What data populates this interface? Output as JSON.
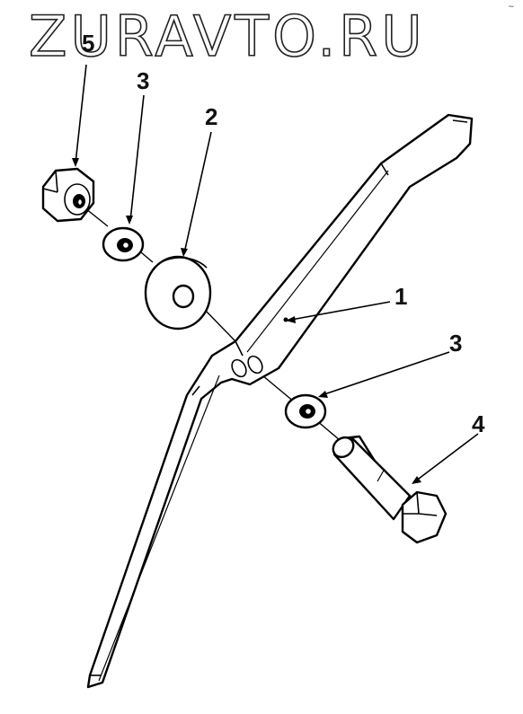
{
  "watermark": {
    "text": "ZURAVTO.RU",
    "corner_mark": "~"
  },
  "callouts": [
    {
      "id": "1",
      "part": "bracket-arm"
    },
    {
      "id": "2",
      "part": "large-washer"
    },
    {
      "id": "3",
      "part": "small-washer-upper"
    },
    {
      "id": "3",
      "part": "small-washer-lower"
    },
    {
      "id": "4",
      "part": "hex-bolt"
    },
    {
      "id": "5",
      "part": "hex-nut"
    }
  ],
  "colors": {
    "line": "#000000",
    "background": "#ffffff"
  }
}
